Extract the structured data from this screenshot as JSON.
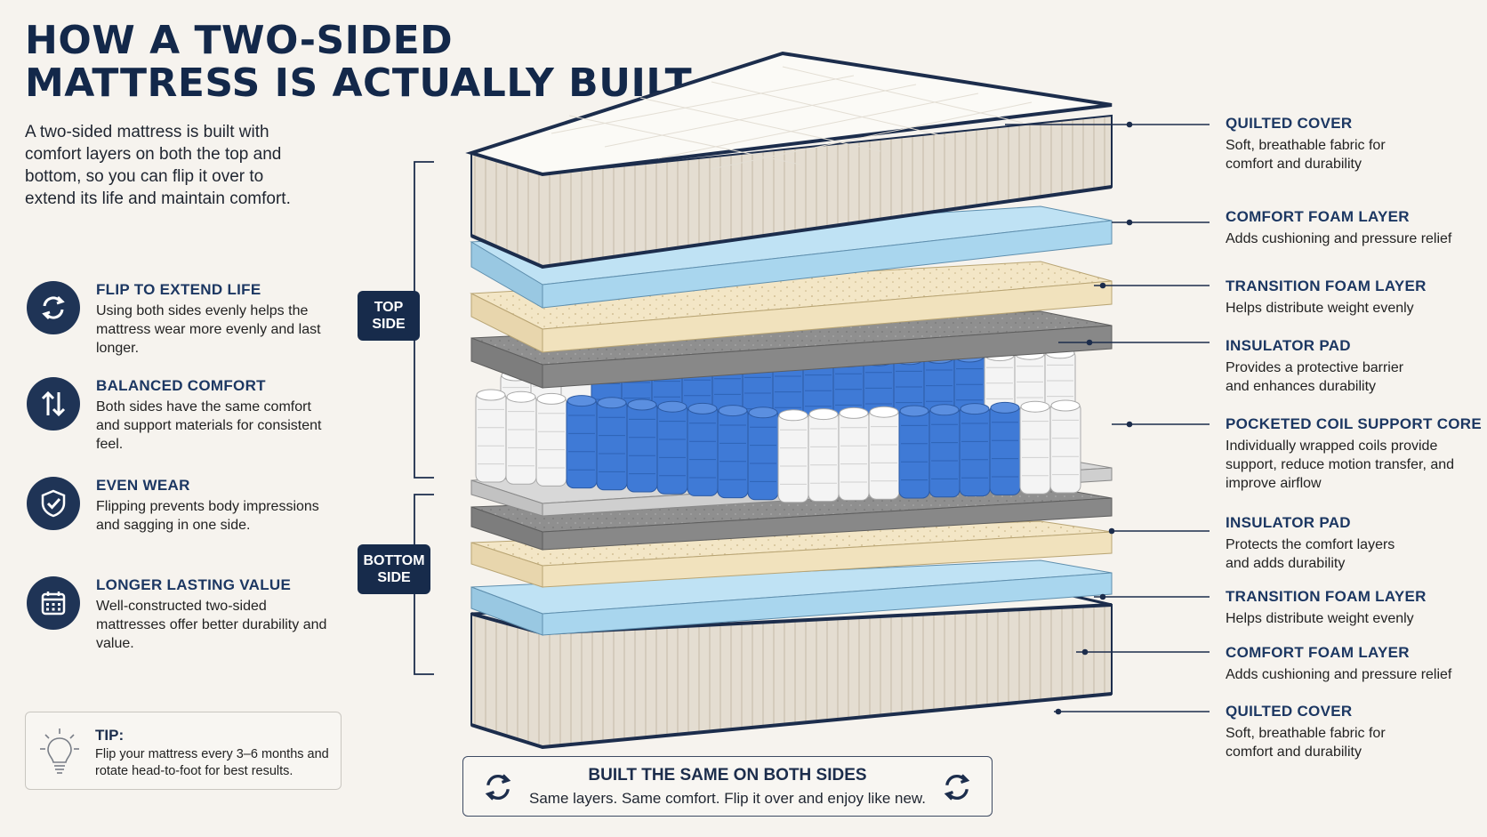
{
  "title": {
    "line1": "HOW A TWO-SIDED",
    "line2": "MATTRESS IS ACTUALLY BUILT"
  },
  "intro": "A two-sided mattress is built with comfort layers on both the top and bottom, so you can flip it over to extend its life and maintain comfort.",
  "benefits": [
    {
      "heading": "FLIP TO EXTEND LIFE",
      "body": "Using both sides evenly helps the mattress wear more evenly and last longer.",
      "icon": "flip-arrows-icon"
    },
    {
      "heading": "BALANCED COMFORT",
      "body": "Both sides have the same comfort and support materials for consistent feel.",
      "icon": "up-down-arrows-icon"
    },
    {
      "heading": "EVEN WEAR",
      "body": "Flipping prevents body impressions and sagging in one side.",
      "icon": "shield-check-icon"
    },
    {
      "heading": "LONGER LASTING VALUE",
      "body": "Well-constructed two-sided mattresses offer better durability and value.",
      "icon": "calendar-icon"
    }
  ],
  "tip": {
    "heading": "TIP:",
    "body": "Flip your mattress every 3–6 months and rotate head-to-foot for best results.",
    "icon": "lightbulb-icon"
  },
  "sides": {
    "top": {
      "line1": "TOP",
      "line2": "SIDE"
    },
    "bottom": {
      "line1": "BOTTOM",
      "line2": "SIDE"
    }
  },
  "layers": [
    {
      "heading": "QUILTED COVER",
      "body": "Soft, breathable fabric for comfort and durability"
    },
    {
      "heading": "COMFORT FOAM LAYER",
      "body": "Adds cushioning and pressure relief"
    },
    {
      "heading": "TRANSITION FOAM LAYER",
      "body": "Helps distribute weight evenly"
    },
    {
      "heading": "INSULATOR PAD",
      "body": "Provides a protective barrier and enhances durability"
    },
    {
      "heading": "POCKETED COIL SUPPORT CORE",
      "body": "Individually wrapped coils provide support, reduce motion transfer, and improve airflow"
    },
    {
      "heading": "INSULATOR PAD",
      "body": "Protects the comfort layers and adds durability"
    },
    {
      "heading": "TRANSITION FOAM LAYER",
      "body": "Helps distribute weight evenly"
    },
    {
      "heading": "COMFORT FOAM LAYER",
      "body": "Adds cushioning and pressure relief"
    },
    {
      "heading": "QUILTED COVER",
      "body": "Soft, breathable fabric for comfort and durability"
    }
  ],
  "built": {
    "heading": "BUILT THE SAME ON BOTH SIDES",
    "body": "Same layers. Same comfort. Flip it over and enjoy like new."
  },
  "colors": {
    "navy": "#172b4b",
    "foam_blue": "#a9d6ee",
    "transition_cream": "#f1e2bd",
    "insulator_gray": "#8f8f8f",
    "coil_blue": "#3f7ad6",
    "coil_white": "#f4f4f4",
    "cover": "#f7f5ef",
    "background": "#f6f3ee"
  }
}
